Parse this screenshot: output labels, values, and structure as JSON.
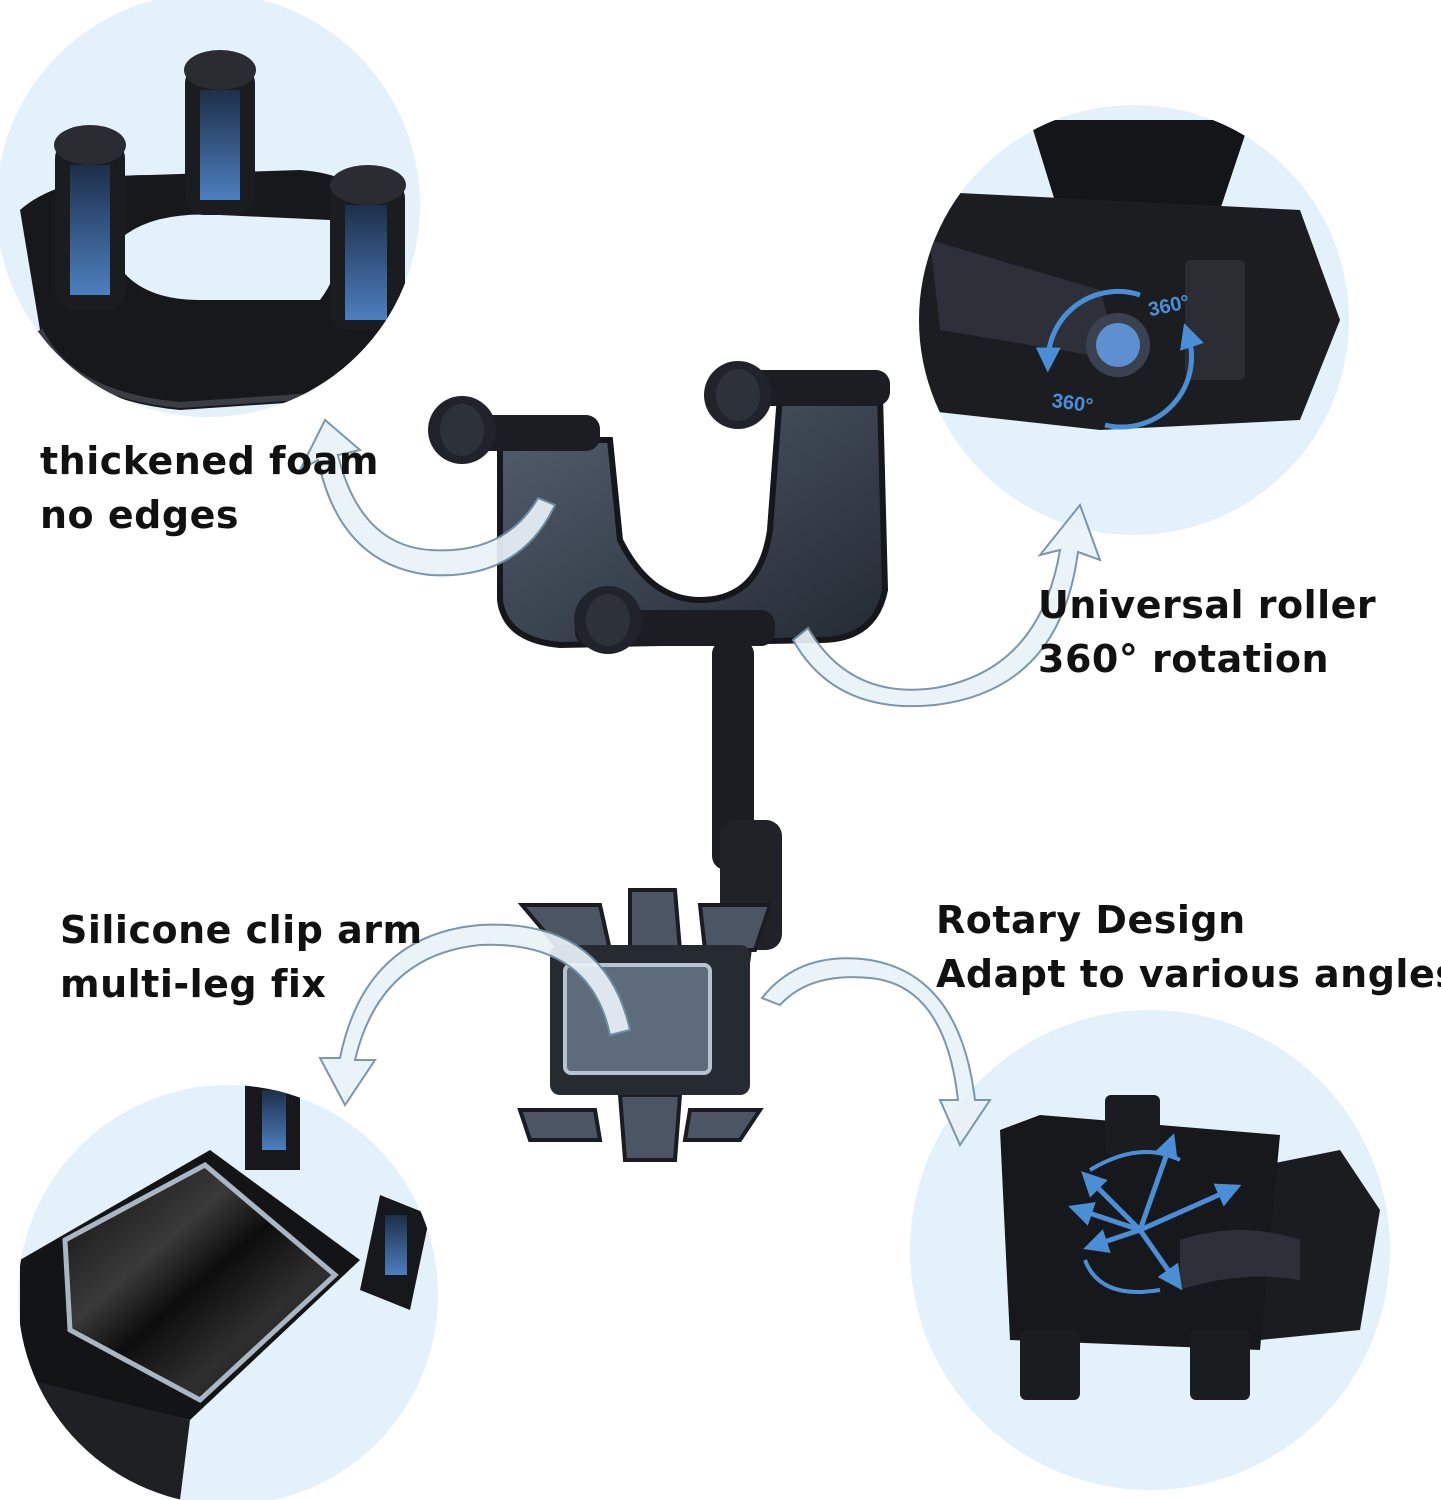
{
  "callouts": {
    "foam": {
      "line1": "thickened foam",
      "line2": "no edges",
      "icon": "foam-clip-closeup"
    },
    "roller": {
      "line1": "Universal roller",
      "line2": "360° rotation",
      "badge_top": "360°",
      "badge_bottom": "360°",
      "icon": "ball-joint-closeup"
    },
    "clip": {
      "line1": "Silicone clip arm",
      "line2": "multi-leg fix",
      "icon": "phone-cradle-closeup"
    },
    "rotary": {
      "line1": "Rotary Design",
      "line2": "Adapt to various angles",
      "icon": "rotation-arrows-closeup"
    }
  },
  "colors": {
    "circle_fill": "#e3f1fb",
    "accent_blue": "#4a8fd6",
    "arrow_fill": "#e9f2f8",
    "arrow_stroke": "#6f8fa6",
    "product_dark": "#1b1d22",
    "product_slate": "#3b4451",
    "text": "#111111"
  }
}
